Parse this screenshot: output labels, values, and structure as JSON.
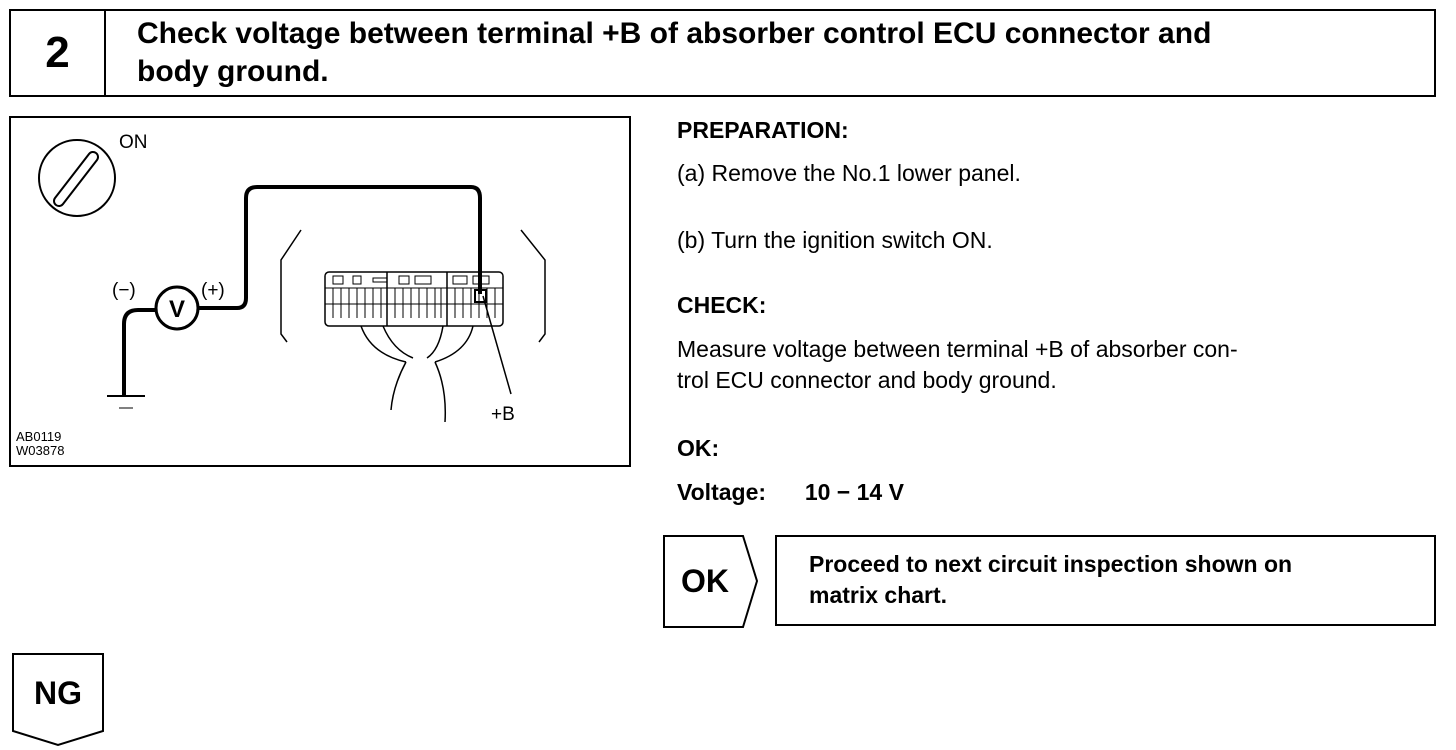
{
  "header": {
    "step_number": "2",
    "title_line1": "Check voltage between terminal +B of absorber control ECU connector and",
    "title_line2": "body ground."
  },
  "figure": {
    "ignition_label": "ON",
    "minus_label": "(−)",
    "plus_label": "(+)",
    "voltmeter_label": "V",
    "terminal_label": "+B",
    "code_1": "AB0119",
    "code_2": "W03878"
  },
  "preparation": {
    "heading": "PREPARATION:",
    "step_a": "(a)  Remove the No.1 lower panel.",
    "step_b": "(b)  Turn the ignition switch ON."
  },
  "check": {
    "heading": "CHECK:",
    "line1": "Measure voltage between terminal +B of absorber con-",
    "line2": "trol ECU connector and body ground."
  },
  "ok_spec": {
    "heading": "OK:",
    "voltage_label": "Voltage:",
    "voltage_value": "10 − 14 V"
  },
  "result_ok": {
    "tag": "OK",
    "line1": "Proceed to next circuit inspection shown on",
    "line2": "matrix chart."
  },
  "result_ng": {
    "tag": "NG"
  }
}
